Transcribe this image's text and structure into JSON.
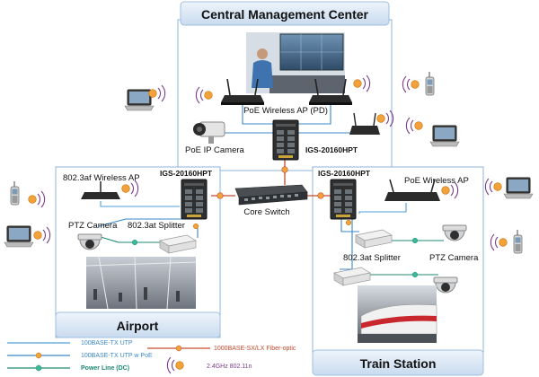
{
  "regions": {
    "center": "Central Management Center",
    "airport": "Airport",
    "train": "Train Station"
  },
  "labels": {
    "poe_ap_pd": "PoE Wireless AP (PD)",
    "poe_ip_camera": "PoE IP Camera",
    "igs_center": "IGS-20160HPT",
    "core_switch": "Core Switch",
    "igs_airport": "IGS-20160HPT",
    "af_ap": "802.3af Wireless AP",
    "ptz_airport": "PTZ Camera",
    "splitter_airport": "802.3at Splitter",
    "igs_train": "IGS-20160HPT",
    "poe_ap_train": "PoE Wireless AP",
    "splitter_train": "802.3at Splitter",
    "ptz_train": "PTZ Camera"
  },
  "legend": {
    "utp": "100BASE-TX UTP",
    "utp_poe": "100BASE-TX UTP w PoE",
    "power": "Power Line (DC)",
    "fiber": "1000BASE-SX/LX Fiber-optic",
    "wifi": "2.4GHz 802.11n"
  },
  "colors": {
    "utp": "#4f9fd8",
    "utp_poe": "#3a87c8",
    "power": "#1d8a73",
    "fiber": "#c44a2c",
    "region_fill": "#dfe9f5",
    "region_border": "#8fb3d9"
  },
  "icons": [
    "laptop-icon",
    "phone-icon",
    "wifi-signal-icon",
    "switch-icon",
    "camera-icon",
    "ptz-camera-icon",
    "access-point-icon",
    "splitter-icon"
  ]
}
